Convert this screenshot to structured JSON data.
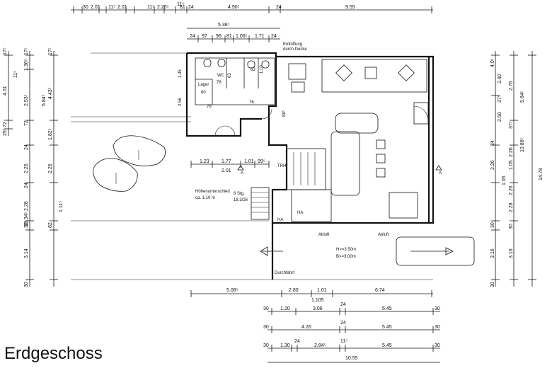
{
  "title": "Erdgeschoss",
  "dims": {
    "top": [
      "30",
      "2.01",
      "11⁵",
      "2.01",
      "11⁵",
      "2.25⁵",
      "11⁵",
      "81",
      "24",
      "4.90⁵",
      "24",
      "9.55"
    ],
    "top2": [
      "5.38⁵",
      "24",
      "97",
      "96",
      "81",
      "1.06⁵",
      "1.71",
      "24"
    ],
    "mid_left": [
      "1.23",
      "1.77",
      "2.01",
      "1.01",
      "99⁵"
    ],
    "bottom1": [
      "5.08⁵",
      "2.80",
      "1.01",
      "1.105",
      "6.74"
    ],
    "bottom2": [
      "30",
      "1.20",
      "3.06",
      "24",
      "5.45",
      "30"
    ],
    "bottom3": [
      "30",
      "4.26",
      "24",
      "5.45",
      "30"
    ],
    "bottom4": [
      "30",
      "1.30",
      "24",
      "2.84⁵",
      "11⁵",
      "5.45",
      "30"
    ],
    "bottom5": [
      "10.55"
    ],
    "left_a": [
      "17⁵",
      "4.01",
      "72",
      "25⁵"
    ],
    "left_b": [
      "17⁵",
      "11⁵",
      "1.36⁵",
      "2.53⁵",
      "72",
      "24",
      "2.26",
      "24",
      "2.28",
      "30",
      "3.14",
      "30"
    ],
    "left_c": [
      "17⁵",
      "4.43⁵",
      "5.84⁵",
      "1.82⁵",
      "2.26",
      "10.34⁵",
      "82",
      "1.11⁵"
    ],
    "right_a": [
      "4.0⁵",
      "2.90",
      "37⁵",
      "2.50",
      "24",
      "2.26",
      "30",
      "3.16",
      "30"
    ],
    "right_b": [
      "2.76",
      "37⁵",
      "2.26",
      "1.05",
      "2.26",
      "1.05",
      "2.28",
      "30",
      "3.16"
    ],
    "right_c": [
      "5.84⁵",
      "10.86⁵",
      "14.78"
    ]
  },
  "room_labels": {
    "lager": "Lager",
    "wc": "WC",
    "entlueftung_1": "Entlüftung",
    "entlueftung_2": "durch Decke",
    "hoehenunterschied": "Höhenunterschied",
    "hoehe_val": "ca. 1.10 m",
    "stairs_1": "6 Stg.",
    "stairs_2": "18.3/26",
    "trh": "TRH",
    "ha1": "HA",
    "ha2": "HA",
    "abluft1": "Abluft",
    "abluft2": "Abluft",
    "h_clear": "H>=3.50m",
    "b_clear": "B>=3.00m",
    "durchfahrt": "Durchfahrt",
    "section_a1": "A",
    "section_a2": "A",
    "dim_88": "88⁵",
    "dim_80": "80",
    "dim_76a": "76",
    "dim_76b": "76",
    "dim_76c": "76",
    "dim_63a": "63",
    "dim_63b": "63",
    "dim_110": "1.10",
    "dim_135": "1.35",
    "dim_256": "2.56"
  }
}
